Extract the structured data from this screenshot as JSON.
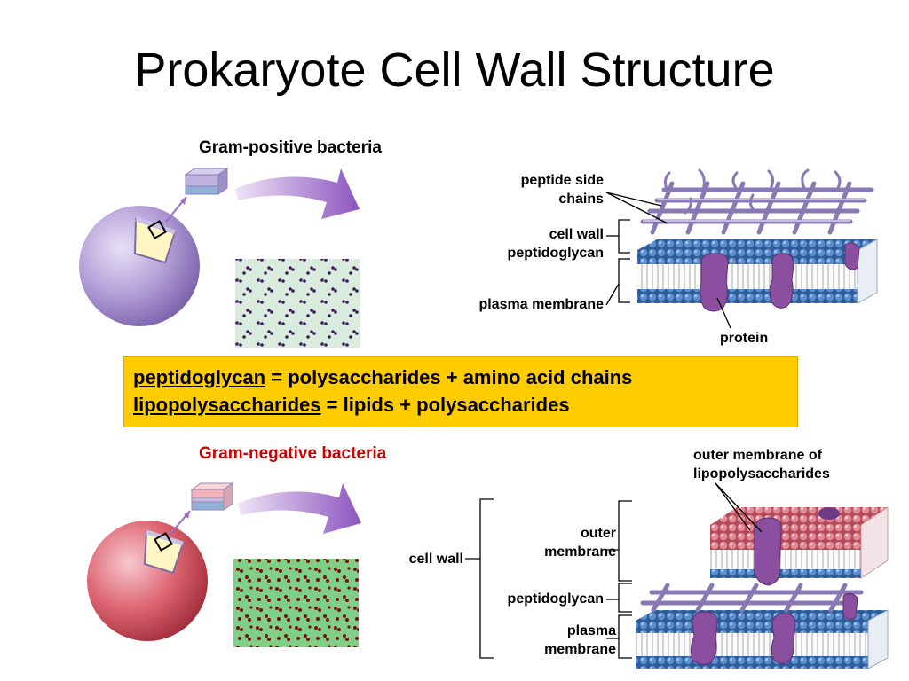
{
  "title": "Prokaryote Cell Wall Structure",
  "gram_positive": {
    "heading": "Gram-positive bacteria",
    "labels": {
      "peptide_side_chains": "peptide side chains",
      "cell_wall_peptidoglycan": "cell wall peptidoglycan",
      "plasma_membrane": "plasma membrane",
      "protein": "protein"
    }
  },
  "definitions": {
    "line1_term": "peptidoglycan",
    "line1_rest": " = polysaccharides + amino acid chains",
    "line2_term": "lipopolysaccharides",
    "line2_rest": " = lipids + polysaccharides"
  },
  "gram_negative": {
    "heading": "Gram-negative bacteria",
    "labels": {
      "outer_membrane_lps": "outer membrane of lipopolysaccharides",
      "cell_wall": "cell wall",
      "outer_membrane": "outer membrane",
      "peptidoglycan": "peptidoglycan",
      "plasma_membrane": "plasma membrane"
    }
  },
  "colors": {
    "heading_positive": "#000000",
    "heading_negative": "#cc0000",
    "box_fill": "#ffcc00",
    "cell_positive": "#a78fcf",
    "cell_negative": "#d9535f",
    "arrow": "#9a6cc8",
    "membrane_blue": "#3a6fb0",
    "protein_purple": "#8a4f9e",
    "stain_positive": "#3d1a5c",
    "stain_negative": "#7a1010"
  }
}
